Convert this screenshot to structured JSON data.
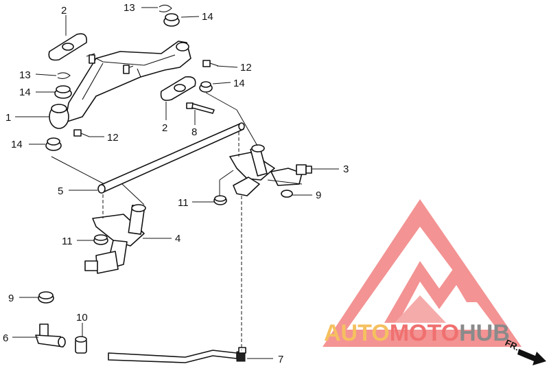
{
  "callouts": [
    {
      "id": "c2a",
      "label": "2"
    },
    {
      "id": "c13a",
      "label": "13"
    },
    {
      "id": "c14a",
      "label": "14"
    },
    {
      "id": "c13b",
      "label": "13"
    },
    {
      "id": "c14b",
      "label": "14"
    },
    {
      "id": "c12a",
      "label": "12"
    },
    {
      "id": "c14c",
      "label": "14"
    },
    {
      "id": "c1",
      "label": "1"
    },
    {
      "id": "c2b",
      "label": "2"
    },
    {
      "id": "c8",
      "label": "8"
    },
    {
      "id": "c12b",
      "label": "12"
    },
    {
      "id": "c14d",
      "label": "14"
    },
    {
      "id": "c3",
      "label": "3"
    },
    {
      "id": "c5",
      "label": "5"
    },
    {
      "id": "c11a",
      "label": "11"
    },
    {
      "id": "c9a",
      "label": "9"
    },
    {
      "id": "c11b",
      "label": "11"
    },
    {
      "id": "c4",
      "label": "4"
    },
    {
      "id": "c9b",
      "label": "9"
    },
    {
      "id": "c10",
      "label": "10"
    },
    {
      "id": "c6",
      "label": "6"
    },
    {
      "id": "c7",
      "label": "7"
    }
  ],
  "watermark": {
    "part1": "AUTO",
    "part2": "MOTO",
    "part3": "HUB",
    "color_red": "#f07070",
    "color_gold": "#f5c060",
    "color_gray": "#8a8a8a"
  },
  "direction_label": "FR."
}
